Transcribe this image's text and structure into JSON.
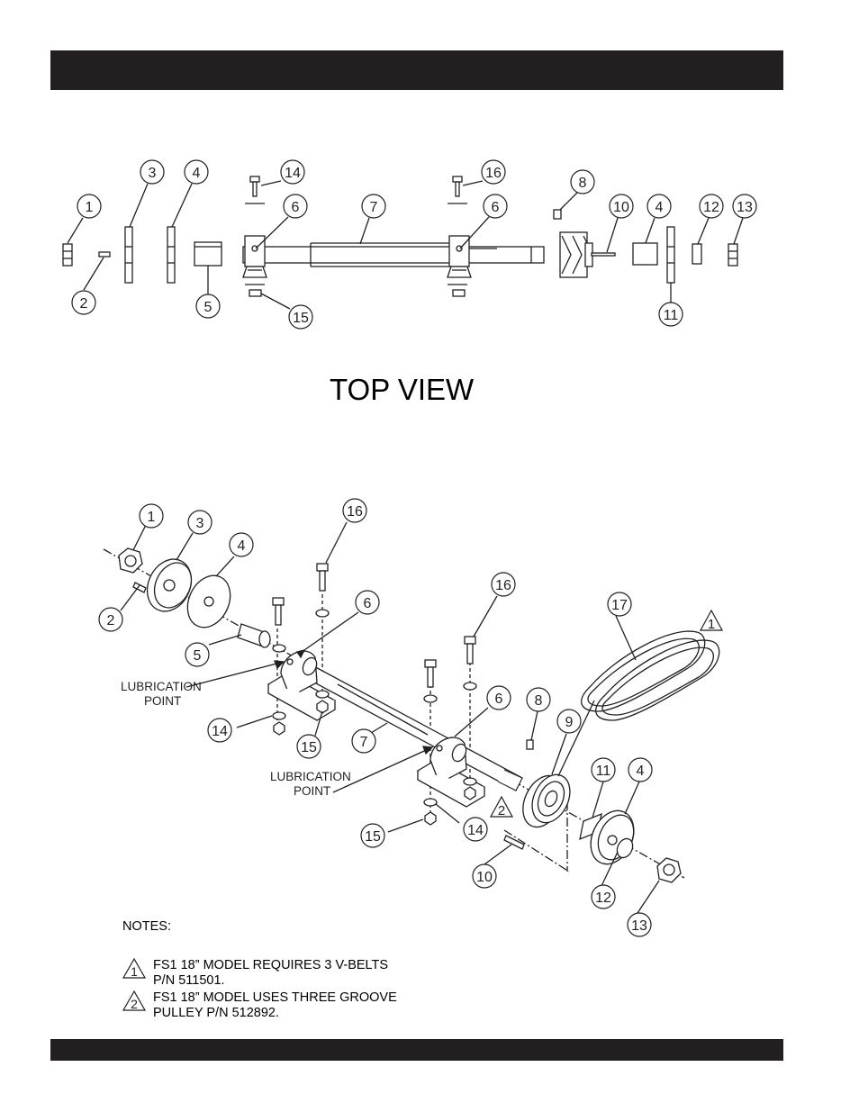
{
  "title": "TOP VIEW",
  "lubrication_label_1": "LUBRICATION",
  "lubrication_label_2": "POINT",
  "notes": {
    "heading": "NOTES:",
    "items": [
      {
        "marker": "1",
        "line1": "FS1 18” MODEL REQUIRES 3 V-BELTS",
        "line2": "P/N 511501."
      },
      {
        "marker": "2",
        "line1": "FS1 18” MODEL USES THREE GROOVE",
        "line2": "PULLEY P/N 512892."
      }
    ]
  },
  "top_callouts": [
    "1",
    "2",
    "3",
    "4",
    "5",
    "6",
    "7",
    "6",
    "14",
    "15",
    "16",
    "8",
    "10",
    "4",
    "12",
    "13",
    "11"
  ],
  "iso_callouts": [
    "1",
    "2",
    "3",
    "4",
    "5",
    "16",
    "6",
    "16",
    "17",
    "6",
    "8",
    "9",
    "7",
    "14",
    "15",
    "15",
    "14",
    "10",
    "11",
    "4",
    "12",
    "13"
  ],
  "triangle_markers": [
    "1",
    "2"
  ],
  "colors": {
    "ink": "#231f20",
    "background": "#ffffff"
  }
}
